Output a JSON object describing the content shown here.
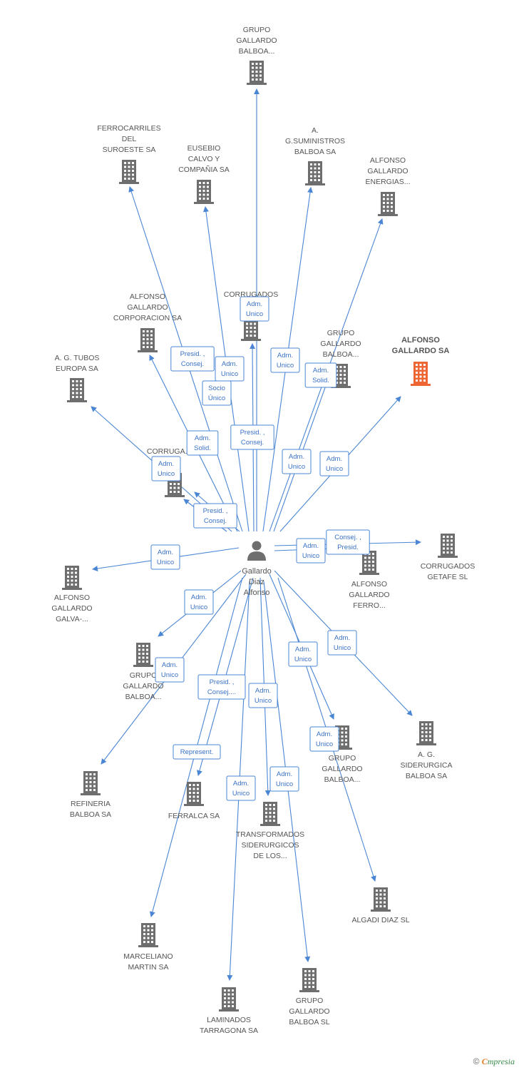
{
  "person": {
    "lines": [
      "Gallardo",
      "Diaz",
      "Alfonso"
    ]
  },
  "companies": [
    {
      "id": "grupo_gallardo_balboa_top",
      "lines": [
        "GRUPO",
        "GALLARDO",
        "BALBOA..."
      ]
    },
    {
      "id": "ferrocarriles",
      "lines": [
        "FERROCARRILES",
        "DEL",
        "SUROESTE SA"
      ]
    },
    {
      "id": "eusebio",
      "lines": [
        "EUSEBIO",
        "CALVO Y",
        "COMPAÑIA SA"
      ]
    },
    {
      "id": "ag_suministros",
      "lines": [
        "A.",
        "G.SUMINISTROS",
        "BALBOA SA"
      ]
    },
    {
      "id": "ag_energias",
      "lines": [
        "ALFONSO",
        "GALLARDO",
        "ENERGIAS..."
      ]
    },
    {
      "id": "ag_corporacion",
      "lines": [
        "ALFONSO",
        "GALLARDO",
        "CORPORACION SA"
      ]
    },
    {
      "id": "corrugados_az",
      "lines": [
        "CORRUGADOS",
        "AZ..."
      ]
    },
    {
      "id": "grupo_gallardo_balboa_mid",
      "lines": [
        "GRUPO",
        "GALLARDO",
        "BALBOA..."
      ]
    },
    {
      "id": "alfonso_gallardo_sa",
      "lines": [
        "ALFONSO",
        "GALLARDO SA"
      ],
      "highlight": true
    },
    {
      "id": "ag_tubos",
      "lines": [
        "A. G. TUBOS",
        "EUROPA SA"
      ]
    },
    {
      "id": "corrugados_sl",
      "lines": [
        "CORRUGA... SL"
      ]
    },
    {
      "id": "corrugados_getafe",
      "lines": [
        "CORRUGADOS",
        "GETAFE SL"
      ]
    },
    {
      "id": "ag_ferro",
      "lines": [
        "ALFONSO",
        "GALLARDO",
        "FERRO..."
      ]
    },
    {
      "id": "ag_galva",
      "lines": [
        "ALFONSO",
        "GALLARDO",
        "GALVA-..."
      ]
    },
    {
      "id": "grupo_gallardo_balboa_left",
      "lines": [
        "GRUPO",
        "GALLARDO",
        "BALBOA..."
      ]
    },
    {
      "id": "ag_siderurgica",
      "lines": [
        "A. G.",
        "SIDERURGICA",
        "BALBOA SA"
      ]
    },
    {
      "id": "grupo_gallardo_balboa_right",
      "lines": [
        "GRUPO",
        "GALLARDO",
        "BALBOA..."
      ]
    },
    {
      "id": "refineria",
      "lines": [
        "REFINERIA",
        "BALBOA SA"
      ]
    },
    {
      "id": "ferralca",
      "lines": [
        "FERRALCA SA"
      ]
    },
    {
      "id": "transformados",
      "lines": [
        "TRANSFORMADOS",
        "SIDERURGICOS",
        "DE LOS..."
      ]
    },
    {
      "id": "algadi",
      "lines": [
        "ALGADI DIAZ SL"
      ]
    },
    {
      "id": "marceliano",
      "lines": [
        "MARCELIANO",
        "MARTIN SA"
      ]
    },
    {
      "id": "grupo_gallardo_balboa_sl",
      "lines": [
        "GRUPO",
        "GALLARDO",
        "BALBOA  SL"
      ]
    },
    {
      "id": "laminados",
      "lines": [
        "LAMINADOS",
        "TARRAGONA SA"
      ]
    }
  ],
  "relations": [
    {
      "target": "ferrocarriles",
      "lines": [
        "Presid. ,",
        "Consej."
      ]
    },
    {
      "target": "eusebio",
      "lines": [
        "Adm.",
        "Unico"
      ]
    },
    {
      "target": "grupo_gallardo_balboa_top",
      "lines": [
        "Adm.",
        "Unico"
      ]
    },
    {
      "target": "ag_suministros",
      "lines": [
        "Adm.",
        "Unico"
      ]
    },
    {
      "target": "ag_energias",
      "lines": [
        "Adm.",
        "Solid."
      ]
    },
    {
      "target": "ag_corporacion",
      "lines": [
        "Socio",
        "Único"
      ]
    },
    {
      "target": "corrugados_az",
      "lines": [
        "Presid. ,",
        "Consej."
      ]
    },
    {
      "target": "grupo_gallardo_balboa_mid",
      "lines": [
        "Adm.",
        "Unico"
      ]
    },
    {
      "target": "alfonso_gallardo_sa",
      "lines": [
        "Adm.",
        "Unico"
      ]
    },
    {
      "target": "ag_tubos",
      "lines": [
        "Adm.",
        "Solid."
      ]
    },
    {
      "target": "corrugados_sl",
      "lines": [
        "Adm.",
        "Unico"
      ]
    },
    {
      "target": "corrugados_sl_2",
      "lines": [
        "Presid. ,",
        "Consej."
      ]
    },
    {
      "target": "corrugados_getafe",
      "lines": [
        "Consej. ,",
        "Presid."
      ]
    },
    {
      "target": "ag_ferro",
      "lines": [
        "Adm.",
        "Unico"
      ]
    },
    {
      "target": "ag_galva",
      "lines": [
        "Adm.",
        "Unico"
      ]
    },
    {
      "target": "grupo_gallardo_balboa_left",
      "lines": [
        "Adm.",
        "Unico"
      ]
    },
    {
      "target": "refineria",
      "lines": [
        "Adm.",
        "Unico"
      ]
    },
    {
      "target": "ag_siderurgica",
      "lines": [
        "Adm.",
        "Unico"
      ]
    },
    {
      "target": "grupo_gallardo_balboa_right",
      "lines": [
        "Adm.",
        "Unico"
      ]
    },
    {
      "target": "ferralca",
      "lines": [
        "Presid. ,",
        "Consej...."
      ]
    },
    {
      "target": "marceliano",
      "lines": [
        "Represent."
      ]
    },
    {
      "target": "transformados",
      "lines": [
        "Adm.",
        "Unico"
      ]
    },
    {
      "target": "laminados",
      "lines": [
        "Adm.",
        "Unico"
      ]
    },
    {
      "target": "grupo_gallardo_balboa_sl",
      "lines": [
        "Adm.",
        "Unico"
      ]
    },
    {
      "target": "algadi",
      "lines": [
        "Adm.",
        "Unico"
      ]
    }
  ],
  "footer": {
    "copyright": "©",
    "brand_first": "C",
    "brand_rest": "mpresia"
  },
  "colors": {
    "edge": "#4a86d4",
    "building": "#6e6e6e",
    "highlight": "#ee6633"
  }
}
